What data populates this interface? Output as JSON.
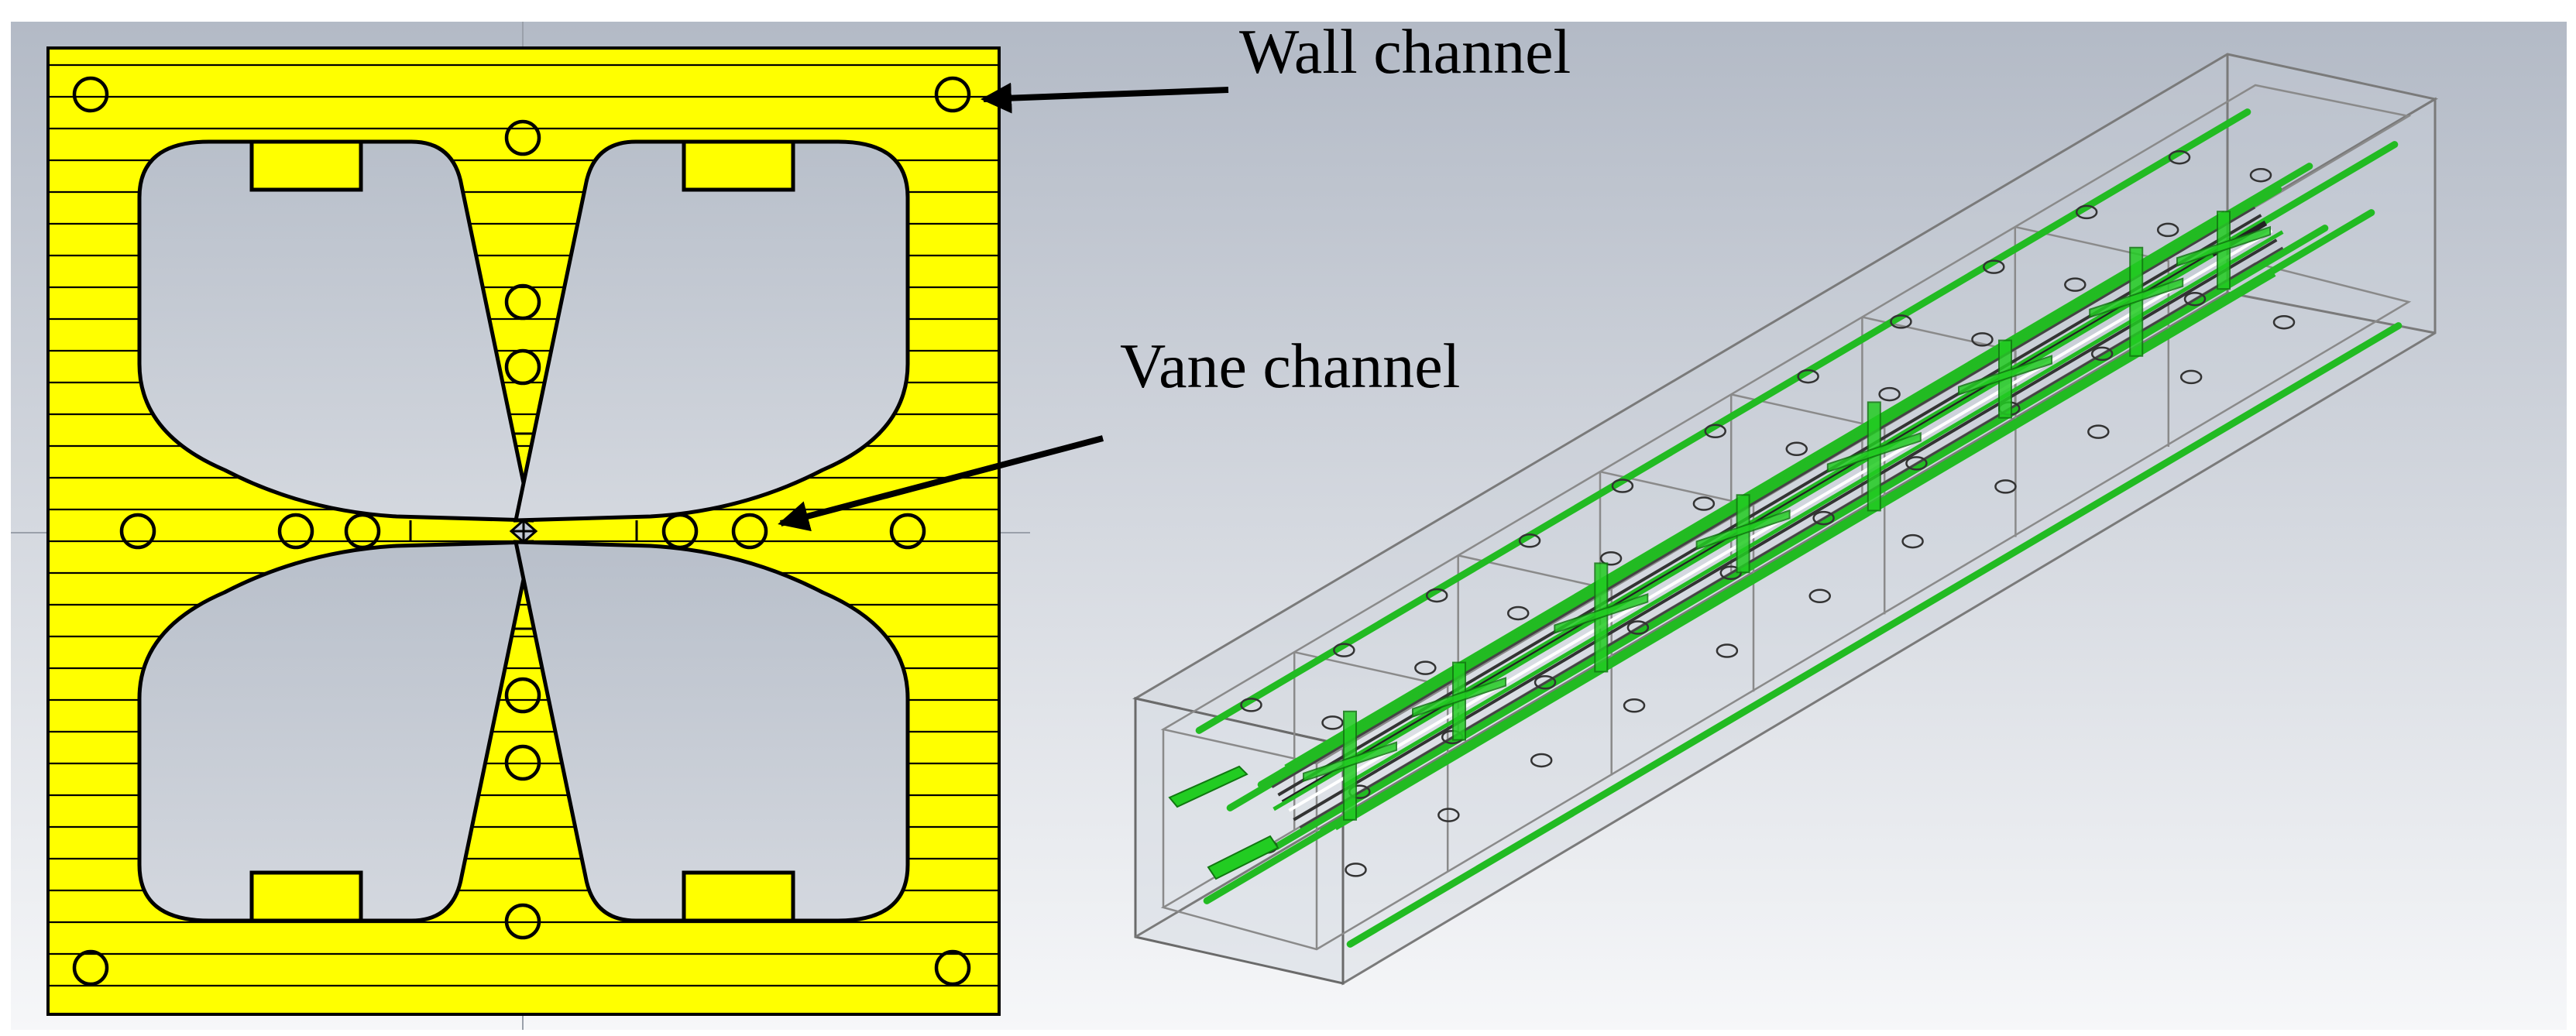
{
  "labels": {
    "wall_channel": "Wall channel",
    "vane_channel": "Vane channel"
  },
  "colors": {
    "cross_section_fill": "#ffff00",
    "cavity_fill": "#c4cad4",
    "outline": "#000000",
    "cooling_channel": "#22bb22",
    "viewport_bg_top": "#b3bac6",
    "viewport_bg_bottom": "#f6f7f9",
    "box_edge": "#7a7a7a"
  },
  "panels": {
    "left": "rfq-cross-section-front-view",
    "right": "rfq-module-3d-transparent-view"
  },
  "icons": {
    "arrow": "arrow-icon"
  }
}
